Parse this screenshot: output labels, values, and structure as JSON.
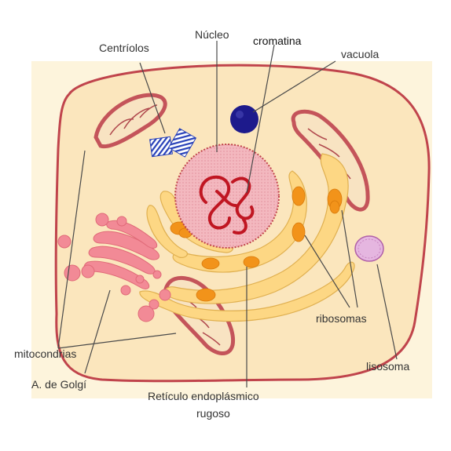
{
  "labels": {
    "centriolos": "Centríolos",
    "nucleo": "Núcleo",
    "cromatina": "cromatina",
    "vacuola": "vacuola",
    "ribosomas": "ribosomas",
    "lisosoma": "lisosoma",
    "mitocondrias": "mitocondrias",
    "golgi": "A. de Golgí",
    "reticulo_line1": "Retículo endoplásmico",
    "reticulo_line2": "rugoso"
  },
  "colors": {
    "cell_fill": "#fbe6bd",
    "cell_border": "#c0444c",
    "nucleus": "#f3b8bf",
    "chromatin": "#c01622",
    "vacuole": "#1d1a8c",
    "lysosome": "#e5b6e0",
    "golgi": "#f28a96",
    "reticulum": "#fdd784",
    "ribosome": "#f2931a",
    "mitochondria": "#c4545a",
    "centriole": "#2740b8"
  }
}
